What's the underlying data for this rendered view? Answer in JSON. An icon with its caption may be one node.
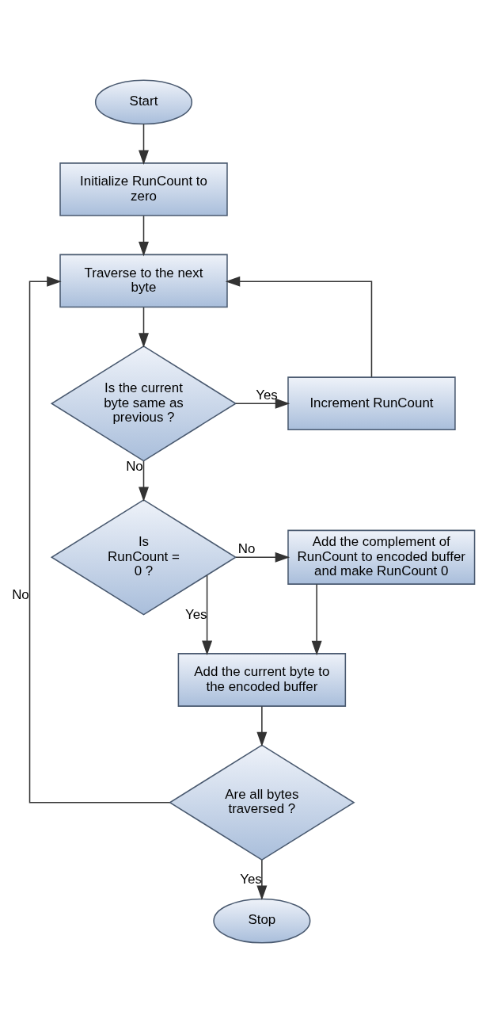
{
  "diagram": {
    "nodes": [
      {
        "text": [
          "Start"
        ]
      },
      {
        "text": [
          "Initialize RunCount to zero"
        ]
      },
      {
        "text": [
          "Traverse to the next byte"
        ]
      },
      {
        "text": [
          "Is the current byte same as previous ?"
        ]
      },
      {
        "text": [
          "Increment RunCount"
        ]
      },
      {
        "text": [
          "Is RunCount = 0 ?"
        ]
      },
      {
        "text": [
          "Add the complement of RunCount to encoded buffer and make RunCount 0"
        ]
      },
      {
        "text": [
          "Add the current byte to the encoded buffer"
        ]
      },
      {
        "text": [
          "Are all bytes traversed ?"
        ]
      },
      {
        "text": [
          "Stop"
        ]
      }
    ],
    "edges": [
      {
        "from": 0,
        "to": 1,
        "arrow": "to"
      },
      {
        "from": 1,
        "to": 2,
        "arrow": "to"
      },
      {
        "from": 2,
        "to": 3,
        "arrow": "to"
      },
      {
        "from": 3,
        "to": 4,
        "arrow": "to",
        "label": "Yes"
      },
      {
        "from": 4,
        "to": 2,
        "arrow": "to"
      },
      {
        "from": 3,
        "to": 5,
        "arrow": "to",
        "label": "No"
      },
      {
        "from": 5,
        "to": 6,
        "arrow": "to",
        "label": "No"
      },
      {
        "from": 5,
        "to": 7,
        "arrow": "to",
        "label": "Yes"
      },
      {
        "from": 6,
        "to": 7,
        "arrow": "to"
      },
      {
        "from": 7,
        "to": 8,
        "arrow": "to"
      },
      {
        "from": 8,
        "to": 2,
        "arrow": "to",
        "label": "No"
      },
      {
        "from": 8,
        "to": 9,
        "arrow": "to",
        "label": "Yes"
      }
    ]
  }
}
